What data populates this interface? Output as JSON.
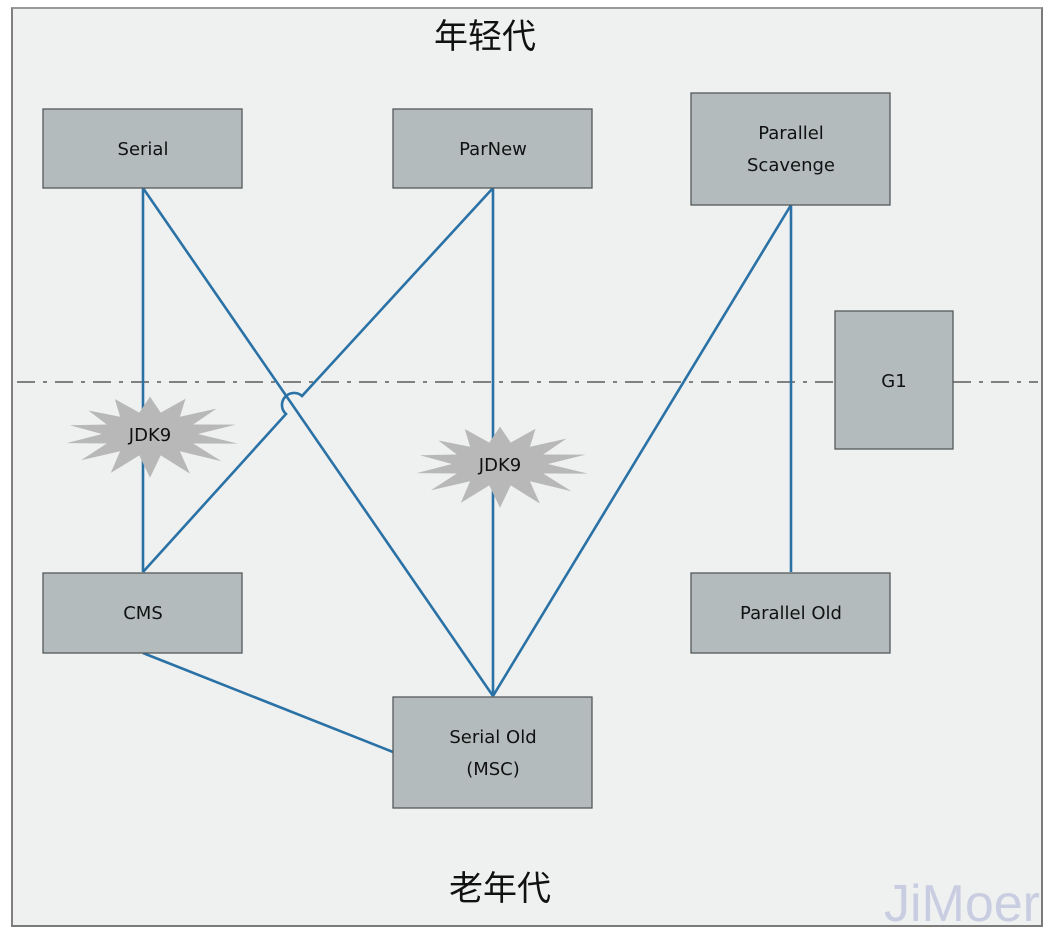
{
  "diagram": {
    "title_top": "年轻代",
    "title_bottom": "老年代",
    "watermark": "JiMoer",
    "colors": {
      "edge": "#2a72a6",
      "box_fill": "#b3bbbc",
      "box_stroke": "#555a5b",
      "star_fill": "#b8b8b8",
      "background": "#eff0f0"
    },
    "nodes": [
      {
        "id": "serial",
        "lines": [
          "Serial"
        ],
        "generation": "young"
      },
      {
        "id": "parnew",
        "lines": [
          "ParNew"
        ],
        "generation": "young"
      },
      {
        "id": "parallel-scavenge",
        "lines": [
          "Parallel",
          "Scavenge"
        ],
        "generation": "young"
      },
      {
        "id": "g1",
        "lines": [
          "G1"
        ],
        "generation": "both"
      },
      {
        "id": "cms",
        "lines": [
          "CMS"
        ],
        "generation": "old"
      },
      {
        "id": "serial-old",
        "lines": [
          "Serial Old",
          "(MSC)"
        ],
        "generation": "old"
      },
      {
        "id": "parallel-old",
        "lines": [
          "Parallel Old"
        ],
        "generation": "old"
      }
    ],
    "edges": [
      {
        "from": "serial",
        "to": "cms",
        "deprecated_label": "JDK9"
      },
      {
        "from": "serial",
        "to": "serial-old"
      },
      {
        "from": "parnew",
        "to": "cms"
      },
      {
        "from": "parnew",
        "to": "serial-old",
        "deprecated_label": "JDK9"
      },
      {
        "from": "parallel-scavenge",
        "to": "serial-old"
      },
      {
        "from": "parallel-scavenge",
        "to": "parallel-old"
      },
      {
        "from": "cms",
        "to": "serial-old"
      }
    ],
    "badges": [
      {
        "id": "jdk9-left",
        "text": "JDK9"
      },
      {
        "id": "jdk9-middle",
        "text": "JDK9"
      }
    ]
  }
}
